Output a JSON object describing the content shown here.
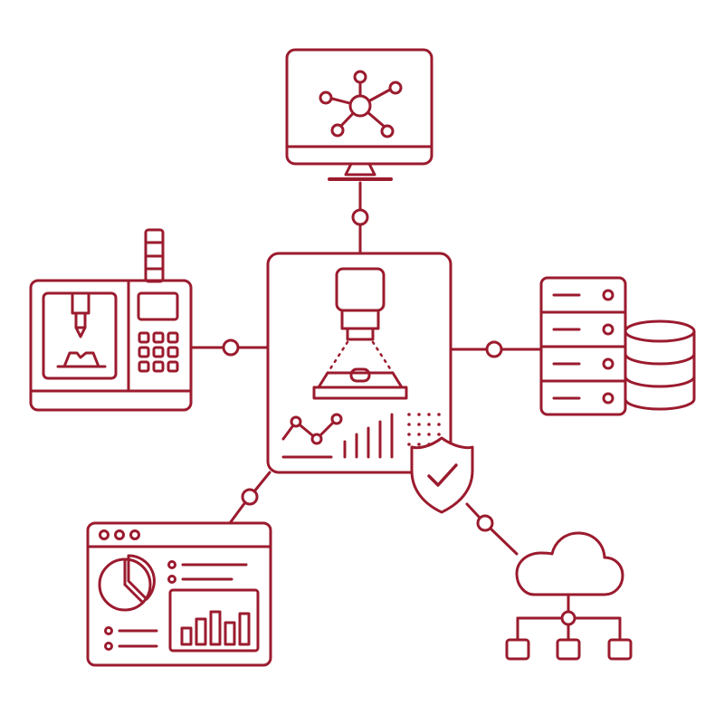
{
  "diagram": {
    "colors": {
      "stroke": "#9b1b2e",
      "background": "#ffffff"
    },
    "hub": {
      "icon": "machine-vision-camera-icon",
      "charts": [
        "line-chart-icon",
        "bar-chart-icon",
        "dot-grid-icon"
      ]
    },
    "nodes": [
      {
        "id": "monitor",
        "icon": "network-monitor-icon"
      },
      {
        "id": "cnc",
        "icon": "cnc-machine-icon"
      },
      {
        "id": "server",
        "icon": "server-database-icon"
      },
      {
        "id": "dashboard",
        "icon": "analytics-dashboard-icon"
      },
      {
        "id": "security",
        "icon": "shield-check-icon"
      },
      {
        "id": "cloud",
        "icon": "cloud-network-icon"
      }
    ],
    "edges": [
      {
        "from": "hub",
        "to": "monitor"
      },
      {
        "from": "hub",
        "to": "cnc"
      },
      {
        "from": "hub",
        "to": "server"
      },
      {
        "from": "hub",
        "to": "dashboard"
      },
      {
        "from": "hub",
        "to": "security"
      },
      {
        "from": "security",
        "to": "cloud"
      }
    ]
  }
}
